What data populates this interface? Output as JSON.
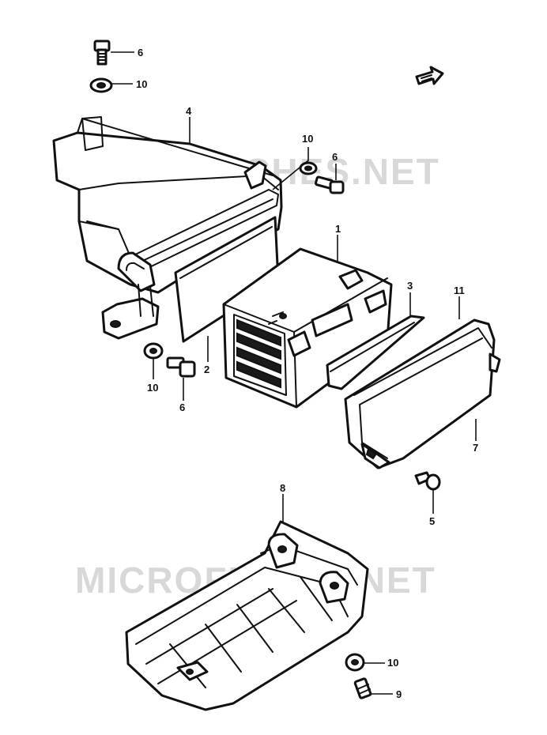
{
  "watermark": "MICROFICHES.NET",
  "callouts": {
    "c6_top": "6",
    "c10_top": "10",
    "c4": "4",
    "c10_mid": "10",
    "c6_mid": "6",
    "c1": "1",
    "c3": "3",
    "c11": "11",
    "c2": "2",
    "c10_left": "10",
    "c6_left": "6",
    "c7": "7",
    "c5": "5",
    "c8": "8",
    "c10_bottom": "10",
    "c9": "9"
  },
  "icons": {
    "direction_arrow": "forward-arrow-icon"
  }
}
